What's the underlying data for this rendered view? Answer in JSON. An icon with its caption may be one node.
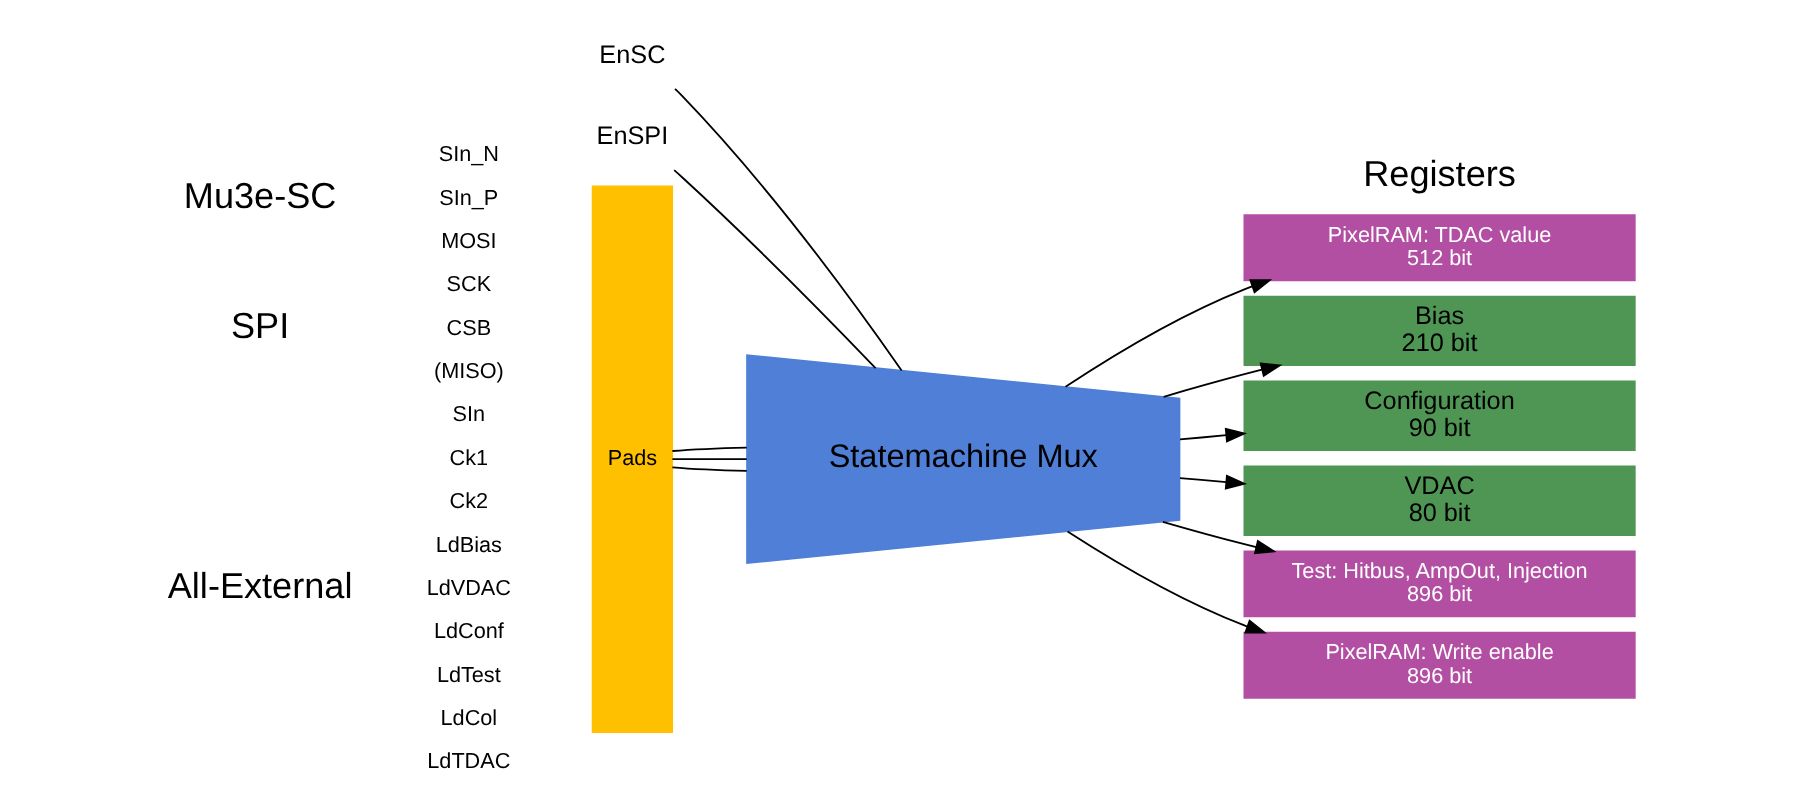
{
  "diagram": {
    "nodes": [
      {
        "text": [
          "Pads"
        ]
      },
      {
        "text": [
          "Statemachine Mux"
        ]
      },
      {
        "text": [
          "EnSC"
        ]
      },
      {
        "text": [
          "EnSPI"
        ]
      },
      {
        "text": [
          "Bias",
          "210 bit"
        ]
      },
      {
        "text": [
          "Configuration",
          "90 bit"
        ]
      },
      {
        "text": [
          "VDAC",
          "80 bit"
        ]
      },
      {
        "text": [
          "Test: Hitbus, AmpOut, Injection",
          "896 bit"
        ]
      },
      {
        "text": [
          "PixelRAM: Write enable",
          "896 bit"
        ]
      },
      {
        "text": [
          "PixelRAM: TDAC value",
          "512 bit"
        ]
      }
    ],
    "edges": [
      {
        "from": 0,
        "to": 1,
        "arrow": "none"
      },
      {
        "from": 0,
        "to": 1,
        "arrow": "none"
      },
      {
        "from": 0,
        "to": 1,
        "arrow": "none"
      },
      {
        "from": 2,
        "to": 1,
        "arrow": "none"
      },
      {
        "from": 3,
        "to": 1,
        "arrow": "none"
      },
      {
        "from": 1,
        "to": 4,
        "arrow": "to"
      },
      {
        "from": 1,
        "to": 5,
        "arrow": "to"
      },
      {
        "from": 1,
        "to": 6,
        "arrow": "to"
      },
      {
        "from": 1,
        "to": 7,
        "arrow": "to"
      },
      {
        "from": 1,
        "to": 8,
        "arrow": "to"
      },
      {
        "from": 1,
        "to": 9,
        "arrow": "to"
      }
    ],
    "labels": [
      "Registers",
      "Mu3e-SC",
      "SIn_N",
      "SIn_P",
      "SPI",
      "MOSI",
      "SCK",
      "CSB",
      "(MISO)",
      "All-External",
      "SIn",
      "Ck1",
      "Ck2",
      "LdBias",
      "LdVDAC",
      "LdConf",
      "LdTest",
      "LdCol",
      "LdTDAC"
    ]
  }
}
